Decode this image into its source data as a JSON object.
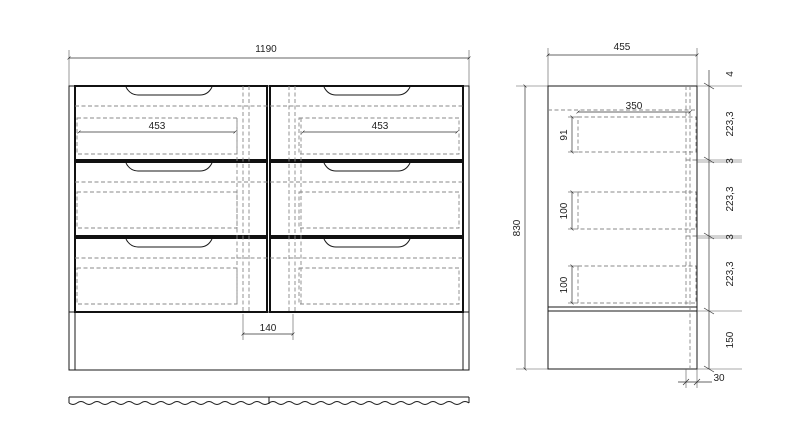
{
  "front_view": {
    "overall_width": "1190",
    "drawer_inner_width_left": "453",
    "drawer_inner_width_right": "453",
    "base_gap": "140"
  },
  "side_view": {
    "depth": "455",
    "drawer_depth": "350",
    "overall_height": "830",
    "drawer1_inner_height": "91",
    "drawer2_inner_height": "100",
    "drawer3_inner_height": "100",
    "top_thickness": "4",
    "drawer_front_height_1": "223,3",
    "gap_1": "3",
    "drawer_front_height_2": "223,3",
    "gap_2": "3",
    "drawer_front_height_3": "223,3",
    "plinth_height": "150",
    "setback": "30"
  }
}
